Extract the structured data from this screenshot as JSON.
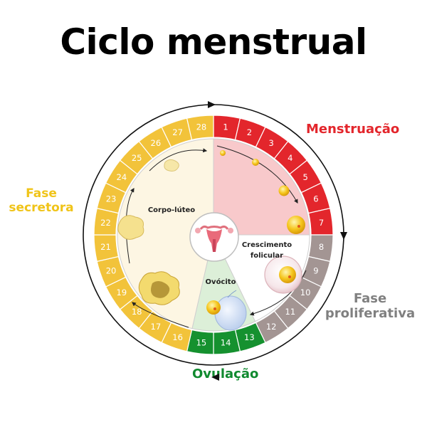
{
  "title": "Ciclo menstrual",
  "phases": {
    "menstruation": "Menstruação",
    "secretory_line1": "Fase",
    "secretory_line2": "secretora",
    "proliferative_line1": "Fase",
    "proliferative_line2": "proliferativa",
    "ovulation": "Ovulação"
  },
  "inner_labels": {
    "corpus_luteum": "Corpo-lúteo",
    "follicular_line1": "Crescimento",
    "follicular_line2": "folicular",
    "oocyte": "Ovócito"
  },
  "days": [
    {
      "n": "1",
      "phase": "menstruation"
    },
    {
      "n": "2",
      "phase": "menstruation"
    },
    {
      "n": "3",
      "phase": "menstruation"
    },
    {
      "n": "4",
      "phase": "menstruation"
    },
    {
      "n": "5",
      "phase": "menstruation"
    },
    {
      "n": "6",
      "phase": "menstruation"
    },
    {
      "n": "7",
      "phase": "menstruation"
    },
    {
      "n": "8",
      "phase": "proliferative"
    },
    {
      "n": "9",
      "phase": "proliferative"
    },
    {
      "n": "10",
      "phase": "proliferative"
    },
    {
      "n": "11",
      "phase": "proliferative"
    },
    {
      "n": "12",
      "phase": "proliferative"
    },
    {
      "n": "13",
      "phase": "ovulation"
    },
    {
      "n": "14",
      "phase": "ovulation"
    },
    {
      "n": "15",
      "phase": "ovulation"
    },
    {
      "n": "16",
      "phase": "secretory"
    },
    {
      "n": "17",
      "phase": "secretory"
    },
    {
      "n": "18",
      "phase": "secretory"
    },
    {
      "n": "19",
      "phase": "secretory"
    },
    {
      "n": "20",
      "phase": "secretory"
    },
    {
      "n": "21",
      "phase": "secretory"
    },
    {
      "n": "22",
      "phase": "secretory"
    },
    {
      "n": "23",
      "phase": "secretory"
    },
    {
      "n": "24",
      "phase": "secretory"
    },
    {
      "n": "25",
      "phase": "secretory"
    },
    {
      "n": "26",
      "phase": "secretory"
    },
    {
      "n": "27",
      "phase": "secretory"
    },
    {
      "n": "28",
      "phase": "secretory"
    }
  ],
  "colors": {
    "menstruation": "#e3262c",
    "proliferative": "#a39593",
    "ovulation": "#15912f",
    "secretory": "#f2c33a",
    "menstruation_fill": "#f8c9cb",
    "secretory_fill": "#fdf6e3",
    "ovulation_fill": "#dcefd8",
    "proliferative_fill": "#ffffff"
  }
}
